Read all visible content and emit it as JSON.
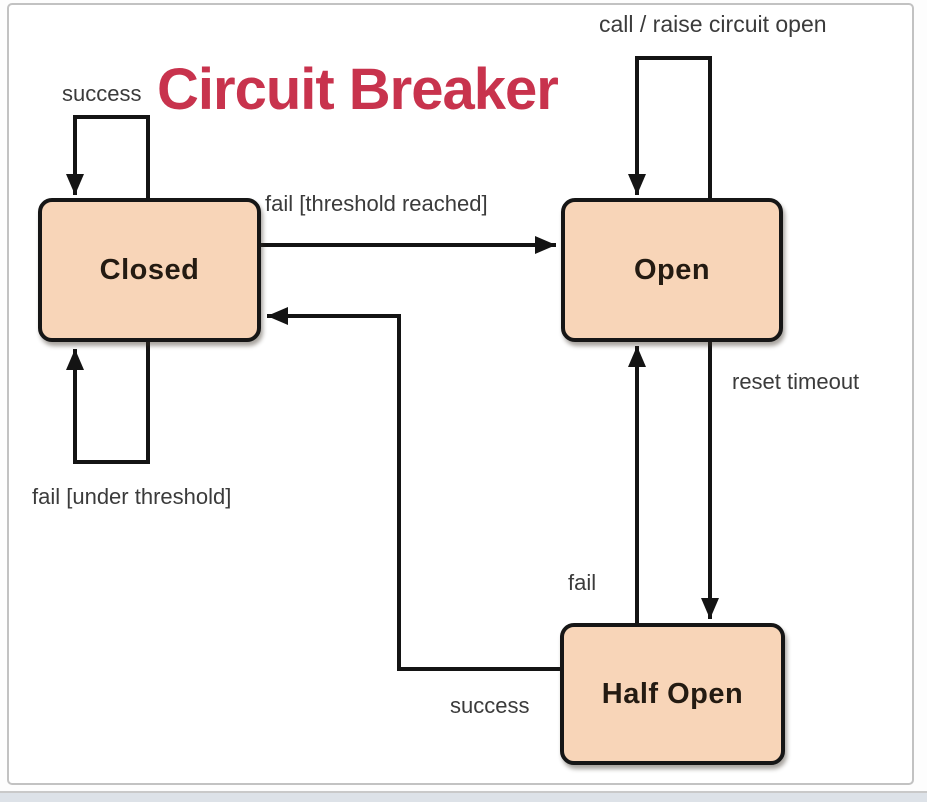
{
  "title": {
    "text": "Circuit Breaker",
    "color": "#c8334d"
  },
  "states": [
    {
      "id": "closed",
      "label": "Closed"
    },
    {
      "id": "open",
      "label": "Open"
    },
    {
      "id": "half_open",
      "label": "Half Open"
    }
  ],
  "transitions": [
    {
      "id": "closed-self-success",
      "label": "success",
      "from": "Closed",
      "to": "Closed"
    },
    {
      "id": "closed-to-open",
      "label": "fail [threshold reached]",
      "from": "Closed",
      "to": "Open"
    },
    {
      "id": "closed-self-fail",
      "label": "fail [under threshold]",
      "from": "Closed",
      "to": "Closed"
    },
    {
      "id": "open-self-call",
      "label": "call / raise circuit open",
      "from": "Open",
      "to": "Open"
    },
    {
      "id": "open-to-halfopen",
      "label": "reset timeout",
      "from": "Open",
      "to": "Half Open"
    },
    {
      "id": "halfopen-to-open",
      "label": "fail",
      "from": "Half Open",
      "to": "Open"
    },
    {
      "id": "halfopen-to-closed",
      "label": "success",
      "from": "Half Open",
      "to": "Closed"
    }
  ],
  "colors": {
    "state_fill": "#f8d5b8",
    "state_border": "#161616",
    "edge": "#141414",
    "edge_label_text": "#3b3b3b",
    "title": "#c8334d",
    "frame_border": "#c2c2c2",
    "bottom_strip": "#dde2e8"
  }
}
